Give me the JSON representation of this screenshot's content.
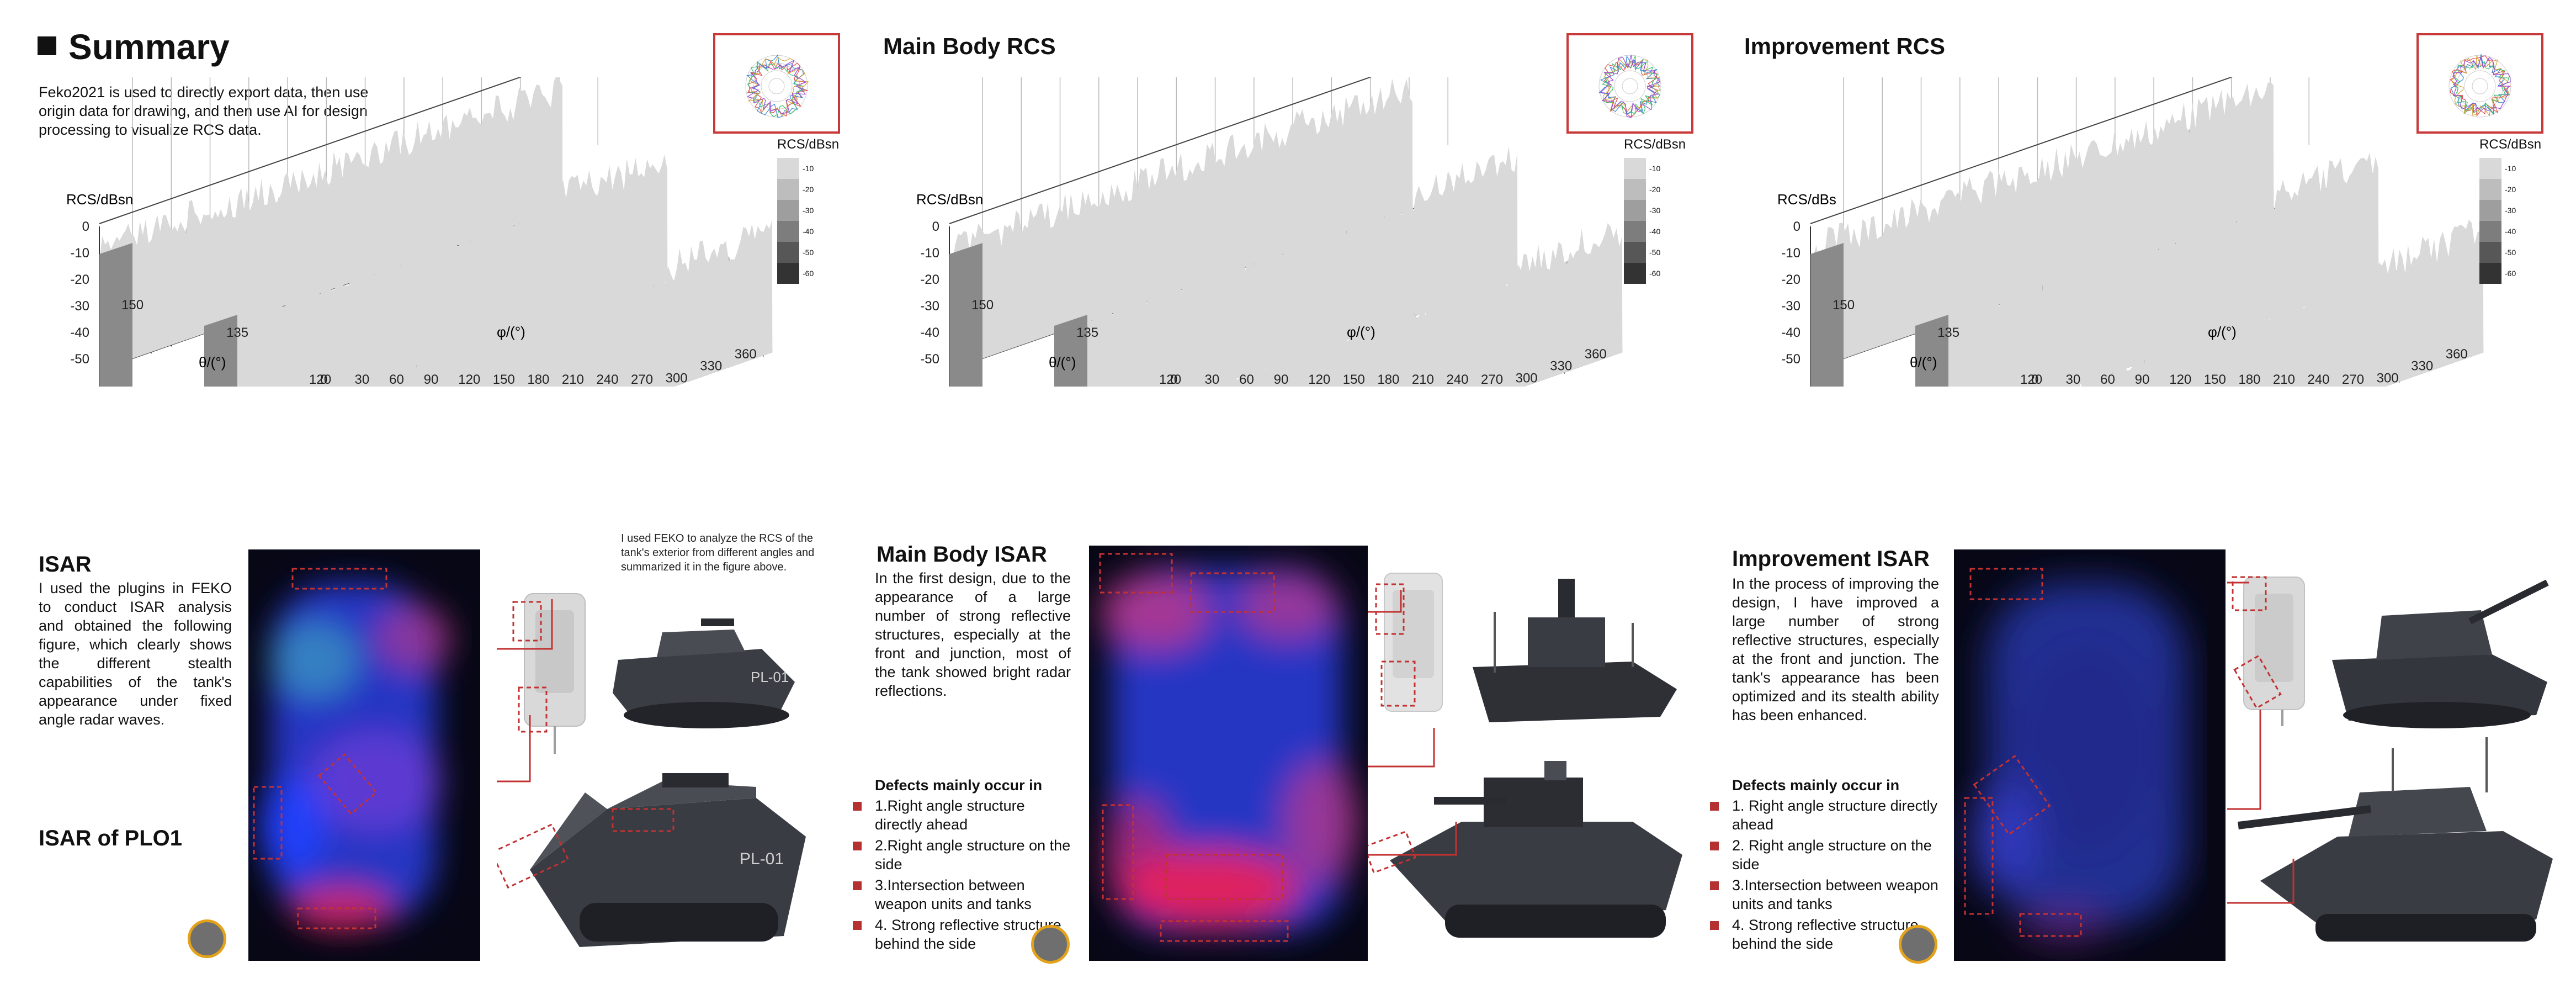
{
  "summary": {
    "title": "Summary",
    "intro": "Feko2021 is used to directly export data, then use origin data for drawing, and then use AI for design processing to visualize RCS data."
  },
  "panels": [
    {
      "title": "",
      "ylabel": "RCS/dBsn",
      "legend_title": "RCS/dBsn",
      "legend_ticks": [
        "-10",
        "-20",
        "-30",
        "-40",
        "-50",
        "-60"
      ],
      "y_ticks": [
        "0",
        "-10",
        "-20",
        "-30",
        "-40",
        "-50"
      ],
      "phi_ticks": [
        "0",
        "30",
        "60",
        "90",
        "120",
        "150",
        "180",
        "210",
        "240",
        "270",
        "300",
        "330",
        "360"
      ],
      "theta_ticks": [
        "120",
        "135",
        "150"
      ],
      "phi_label": "φ/(°)",
      "theta_label": "θ/(°)"
    },
    {
      "title": "Main Body RCS",
      "ylabel": "RCS/dBsn",
      "legend_title": "RCS/dBsn",
      "legend_ticks": [
        "-10",
        "-20",
        "-30",
        "-40",
        "-50",
        "-60"
      ],
      "y_ticks": [
        "0",
        "-10",
        "-20",
        "-30",
        "-40",
        "-50"
      ],
      "phi_ticks": [
        "0",
        "30",
        "60",
        "90",
        "120",
        "150",
        "180",
        "210",
        "240",
        "270",
        "300",
        "330",
        "360"
      ],
      "theta_ticks": [
        "120",
        "135",
        "150"
      ],
      "phi_label": "φ/(°)",
      "theta_label": "θ/(°)"
    },
    {
      "title": "Improvement RCS",
      "ylabel": "RCS/dBs",
      "legend_title": "RCS/dBsn",
      "legend_ticks": [
        "-10",
        "-20",
        "-30",
        "-40",
        "-50",
        "-60"
      ],
      "y_ticks": [
        "0",
        "-10",
        "-20",
        "-30",
        "-40",
        "-50"
      ],
      "phi_ticks": [
        "0",
        "30",
        "60",
        "90",
        "120",
        "150",
        "180",
        "210",
        "240",
        "270",
        "300",
        "330",
        "360"
      ],
      "theta_ticks": [
        "120",
        "135",
        "150"
      ],
      "phi_label": "φ/(°)",
      "theta_label": "θ/(°)"
    }
  ],
  "isar": {
    "title": "ISAR",
    "text": "I used the plugins in FEKO to conduct ISAR analysis and obtained the following figure, which clearly shows the different stealth capabilities of the tank's appearance under fixed angle radar waves.",
    "subtitle": "ISAR of PLO1",
    "note": "I used FEKO to analyze the RCS of the tank's exterior from different angles and summarized it in the figure above."
  },
  "main_isar": {
    "title": "Main Body ISAR",
    "text": "In the first design, due to the appearance of a large number of strong reflective structures, especially at the front and junction, most of the tank showed bright radar reflections.",
    "defects_title": "Defects mainly occur in",
    "defects": [
      "1.Right angle structure directly ahead",
      "2.Right angle structure on the side",
      "3.Intersection between weapon units and tanks",
      "4. Strong reflective structure behind the side"
    ]
  },
  "improve_isar": {
    "title": "Improvement ISAR",
    "text": "In the process of improving the design, I have improved a large number of strong reflective structures, especially at the front and junction. The tank's appearance has been optimized and its stealth ability has been enhanced.",
    "defects_title": "Defects mainly occur in",
    "defects": [
      "1. Right angle structure directly ahead",
      "2. Right angle structure on the side",
      "3.Intersection between weapon units and tanks",
      "4. Strong reflective structure behind the side"
    ]
  },
  "tank_labels": {
    "plo1": "PL-01"
  },
  "colors": {
    "accent_red": "#c23232",
    "legend_shades": [
      "#d9d9d9",
      "#bdbdbd",
      "#9e9e9e",
      "#7d7d7d",
      "#575757",
      "#333333"
    ],
    "isar_blue": "#2a3bd6",
    "isar_red": "#e8205a"
  },
  "icons": [
    "square-bullet-icon",
    "sun-icon",
    "polar-chart-icon",
    "tank-render-icon"
  ]
}
